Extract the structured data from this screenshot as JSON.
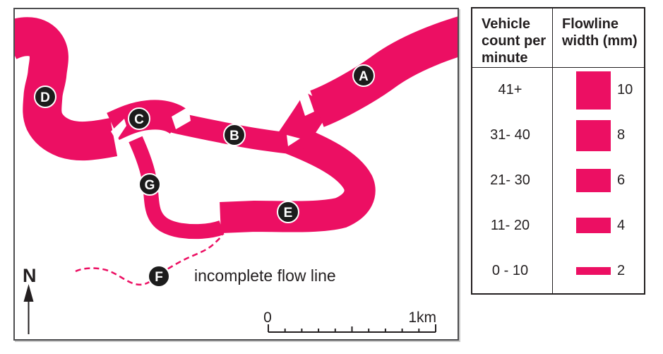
{
  "map": {
    "north_label": "N",
    "note": "incomplete flow line",
    "scale_bar": {
      "start_label": "0",
      "end_label": "1km"
    },
    "flows": [
      {
        "label": "A",
        "width_mm_est": 10
      },
      {
        "label": "B",
        "width_mm_est": 6
      },
      {
        "label": "C",
        "width_mm_est": 8
      },
      {
        "label": "D",
        "width_mm_est": 10
      },
      {
        "label": "E",
        "width_mm_est": 8
      },
      {
        "label": "F",
        "incomplete": true
      },
      {
        "label": "G",
        "width_mm_est": 4
      }
    ]
  },
  "legend": {
    "headers": [
      "Vehicle count per minute",
      "Flowline width (mm)"
    ],
    "rows": [
      {
        "count": "41+",
        "width_mm": "10"
      },
      {
        "count": "31- 40",
        "width_mm": "8"
      },
      {
        "count": "21- 30",
        "width_mm": "6"
      },
      {
        "count": "11- 20",
        "width_mm": "4"
      },
      {
        "count": "0 - 10",
        "width_mm": "2"
      }
    ]
  },
  "colors": {
    "flow_pink": "#EC0F63",
    "ink": "#231F20",
    "label_circle_fill": "#1C1C1C"
  }
}
